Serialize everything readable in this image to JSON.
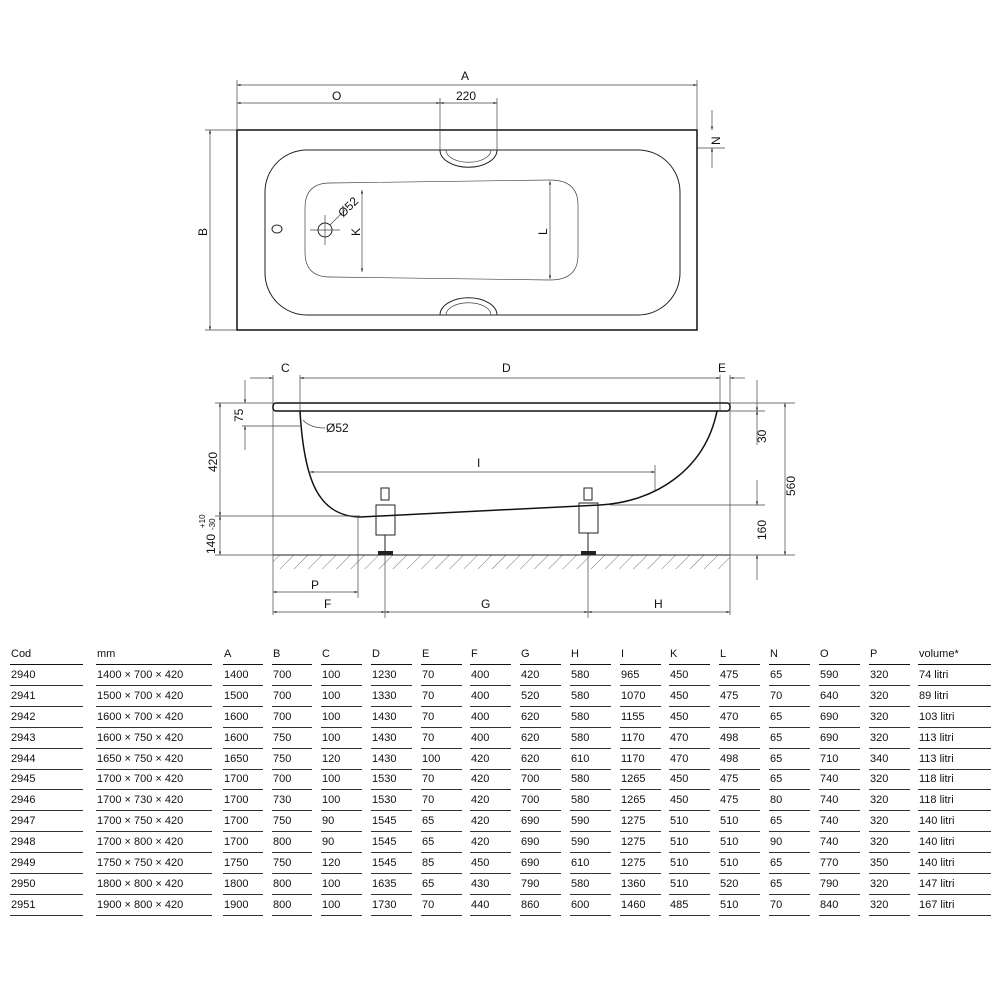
{
  "drawing": {
    "top_view": {
      "A": "A",
      "O": "O",
      "dim_220": "220",
      "N": "N",
      "B": "B",
      "K": "K",
      "L": "L",
      "drain": "Ø52"
    },
    "side_view": {
      "C": "C",
      "D": "D",
      "E": "E",
      "dim_75": "75",
      "drain": "Ø52",
      "dim_420": "420",
      "dim_140": "140",
      "tol_plus": "+10",
      "tol_minus": "-30",
      "I": "I",
      "dim_30": "30",
      "dim_560": "560",
      "dim_160": "160",
      "P": "P",
      "F": "F",
      "G": "G",
      "H": "H"
    }
  },
  "table": {
    "headers": [
      "Cod",
      "mm",
      "A",
      "B",
      "C",
      "D",
      "E",
      "F",
      "G",
      "H",
      "I",
      "K",
      "L",
      "N",
      "O",
      "P",
      "volume*"
    ],
    "rows": [
      [
        "2940",
        "1400 × 700 × 420",
        "1400",
        "700",
        "100",
        "1230",
        "70",
        "400",
        "420",
        "580",
        "965",
        "450",
        "475",
        "65",
        "590",
        "320",
        "74 litri"
      ],
      [
        "2941",
        "1500 × 700 × 420",
        "1500",
        "700",
        "100",
        "1330",
        "70",
        "400",
        "520",
        "580",
        "1070",
        "450",
        "475",
        "70",
        "640",
        "320",
        "89 litri"
      ],
      [
        "2942",
        "1600 × 700 × 420",
        "1600",
        "700",
        "100",
        "1430",
        "70",
        "400",
        "620",
        "580",
        "1155",
        "450",
        "470",
        "65",
        "690",
        "320",
        "103 litri"
      ],
      [
        "2943",
        "1600 × 750 × 420",
        "1600",
        "750",
        "100",
        "1430",
        "70",
        "400",
        "620",
        "580",
        "1170",
        "470",
        "498",
        "65",
        "690",
        "320",
        "113 litri"
      ],
      [
        "2944",
        "1650 × 750 × 420",
        "1650",
        "750",
        "120",
        "1430",
        "100",
        "420",
        "620",
        "610",
        "1170",
        "470",
        "498",
        "65",
        "710",
        "340",
        "113 litri"
      ],
      [
        "2945",
        "1700 × 700 × 420",
        "1700",
        "700",
        "100",
        "1530",
        "70",
        "420",
        "700",
        "580",
        "1265",
        "450",
        "475",
        "65",
        "740",
        "320",
        "118 litri"
      ],
      [
        "2946",
        "1700 × 730 × 420",
        "1700",
        "730",
        "100",
        "1530",
        "70",
        "420",
        "700",
        "580",
        "1265",
        "450",
        "475",
        "80",
        "740",
        "320",
        "118 litri"
      ],
      [
        "2947",
        "1700 × 750 × 420",
        "1700",
        "750",
        "90",
        "1545",
        "65",
        "420",
        "690",
        "590",
        "1275",
        "510",
        "510",
        "65",
        "740",
        "320",
        "140 litri"
      ],
      [
        "2948",
        "1700 × 800 × 420",
        "1700",
        "800",
        "90",
        "1545",
        "65",
        "420",
        "690",
        "590",
        "1275",
        "510",
        "510",
        "90",
        "740",
        "320",
        "140 litri"
      ],
      [
        "2949",
        "1750 × 750 × 420",
        "1750",
        "750",
        "120",
        "1545",
        "85",
        "450",
        "690",
        "610",
        "1275",
        "510",
        "510",
        "65",
        "770",
        "350",
        "140 litri"
      ],
      [
        "2950",
        "1800 × 800 × 420",
        "1800",
        "800",
        "100",
        "1635",
        "65",
        "430",
        "790",
        "580",
        "1360",
        "510",
        "520",
        "65",
        "790",
        "320",
        "147 litri"
      ],
      [
        "2951",
        "1900 × 800 × 420",
        "1900",
        "800",
        "100",
        "1730",
        "70",
        "440",
        "860",
        "600",
        "1460",
        "485",
        "510",
        "70",
        "840",
        "320",
        "167 litri"
      ]
    ]
  }
}
